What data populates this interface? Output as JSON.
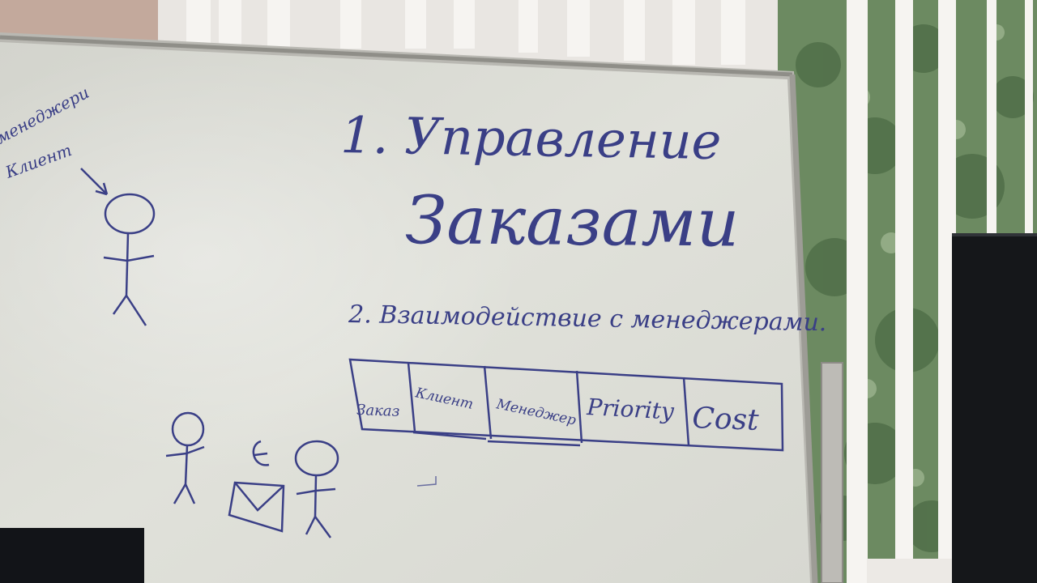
{
  "whiteboard": {
    "heading_line1": "1. Управление",
    "heading_line2": "Заказами",
    "item2": "2. Взаимодействие с менеджерами.",
    "side_note_line1": "менеджери",
    "side_note_line2": "Клиент",
    "table_cells": [
      "Заказ",
      "Клиент",
      "Менеджер",
      "Priority",
      "Cost"
    ]
  },
  "colors": {
    "marker_ink": "#3a3f86",
    "board": "#dcddd7",
    "wall": "#c9bfb6",
    "foliage": "#5f7e55",
    "blinds": "#f3f1ee",
    "monitor": "#15171a"
  }
}
